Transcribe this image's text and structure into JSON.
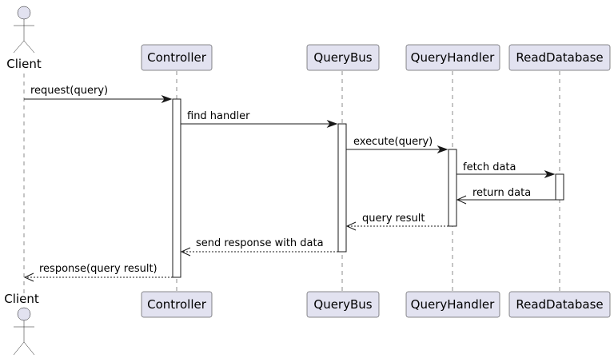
{
  "participants": {
    "client": "Client",
    "controller": "Controller",
    "querybus": "QueryBus",
    "queryhandler": "QueryHandler",
    "readdatabase": "ReadDatabase"
  },
  "messages": [
    {
      "from": "Client",
      "to": "Controller",
      "label": "request(query)",
      "style": "solid"
    },
    {
      "from": "Controller",
      "to": "QueryBus",
      "label": "find handler",
      "style": "solid"
    },
    {
      "from": "QueryBus",
      "to": "QueryHandler",
      "label": "execute(query)",
      "style": "solid"
    },
    {
      "from": "QueryHandler",
      "to": "ReadDatabase",
      "label": "fetch data",
      "style": "solid"
    },
    {
      "from": "ReadDatabase",
      "to": "QueryHandler",
      "label": "return data",
      "style": "solid"
    },
    {
      "from": "QueryHandler",
      "to": "QueryBus",
      "label": "query result",
      "style": "dashed"
    },
    {
      "from": "QueryBus",
      "to": "Controller",
      "label": "send response with data",
      "style": "dashed"
    },
    {
      "from": "Controller",
      "to": "Client",
      "label": "response(query result)",
      "style": "dashed"
    }
  ],
  "colors": {
    "participant_fill": "#E2E2F0",
    "line": "#181818",
    "activation_fill": "#FFFFFF"
  }
}
